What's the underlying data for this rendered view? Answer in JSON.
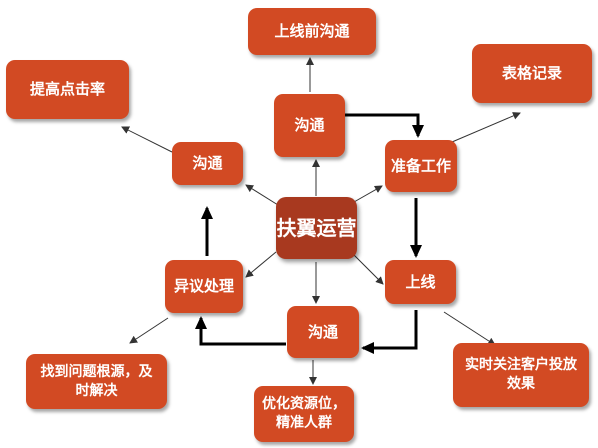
{
  "diagram": {
    "center": "扶翼运营",
    "nodes": {
      "top": "上线前沟通",
      "goutong_top": "沟通",
      "ready": "准备工作",
      "biaoge": "表格记录",
      "rate": "提高点击率",
      "goutong_left": "沟通",
      "online": "上线",
      "yiyi": "异议处理",
      "goutong_bottom": "沟通",
      "find_line1": "找到问题根源，及",
      "find_line2": "时解决",
      "opt_line1": "优化资源位，",
      "opt_line2": "精准人群",
      "real_line1": "实时关注客户投放",
      "real_line2": "效果"
    }
  },
  "colors": {
    "node_fill": "#d24a23",
    "center_fill": "#a8391f",
    "text": "#ffffff",
    "arrow_thin": "#333333",
    "arrow_bold": "#000000"
  }
}
